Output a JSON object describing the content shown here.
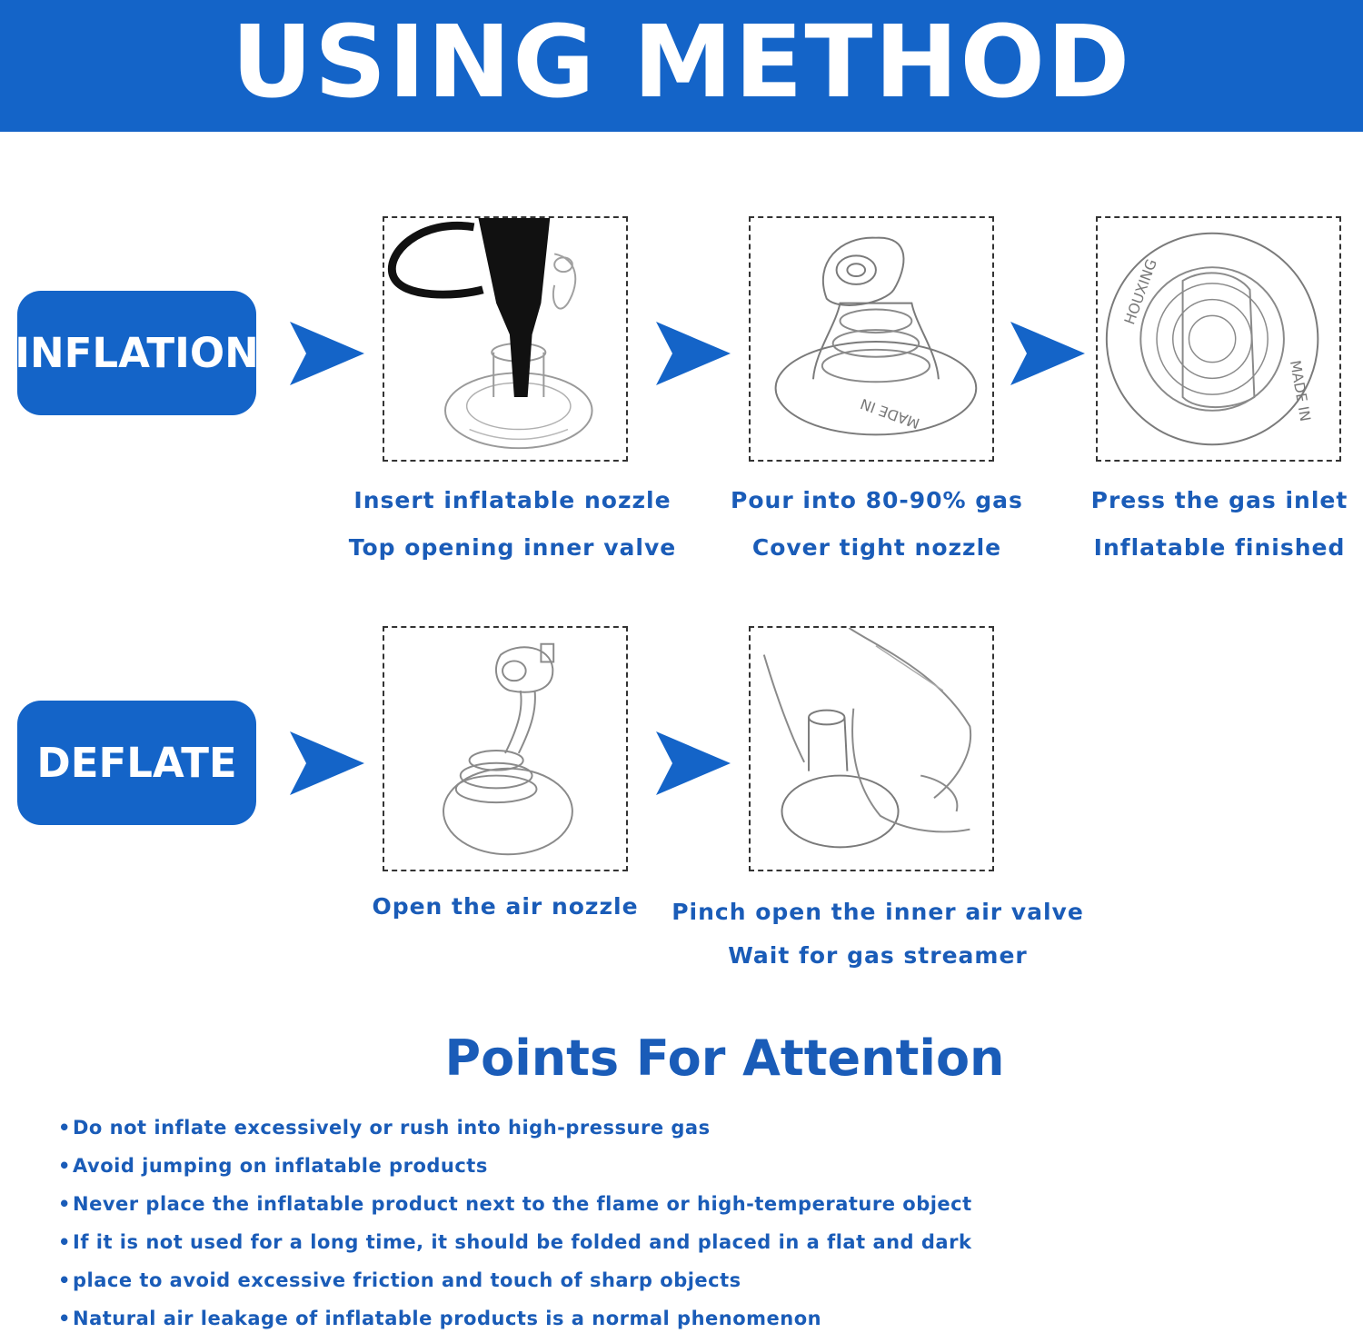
{
  "header": {
    "title": "USING METHOD"
  },
  "inflation": {
    "label": "INFLATION",
    "steps": [
      {
        "line1": "Insert inflatable nozzle",
        "line2": "Top opening inner valve"
      },
      {
        "line1": "Pour into 80-90% gas",
        "line2": "Cover tight nozzle"
      },
      {
        "line1": "Press the gas inlet",
        "line2": "Inflatable finished"
      }
    ]
  },
  "deflate": {
    "label": "DEFLATE",
    "steps": [
      {
        "line1": "Open the air nozzle"
      },
      {
        "line1": "Pinch open the inner air valve",
        "line2": "Wait for gas streamer"
      }
    ]
  },
  "illustration_text": {
    "valve_stamp_1": "MADE IN",
    "valve_stamp_2": "HOUXING"
  },
  "attention": {
    "title": "Points For Attention",
    "items": [
      "Do not inflate excessively or rush into high-pressure gas",
      "Avoid jumping on inflatable products",
      "Never place the inflatable product next to the flame or high-temperature object",
      "If it is not used for a long time, it should be folded and placed in a flat and dark",
      "place to avoid excessive friction and touch of sharp objects",
      "Natural air leakage of inflatable products is a normal phenomenon"
    ]
  },
  "colors": {
    "brand_blue": "#1464c8",
    "text_blue": "#1a5cb8",
    "sketch_gray": "#7a7a7a"
  }
}
